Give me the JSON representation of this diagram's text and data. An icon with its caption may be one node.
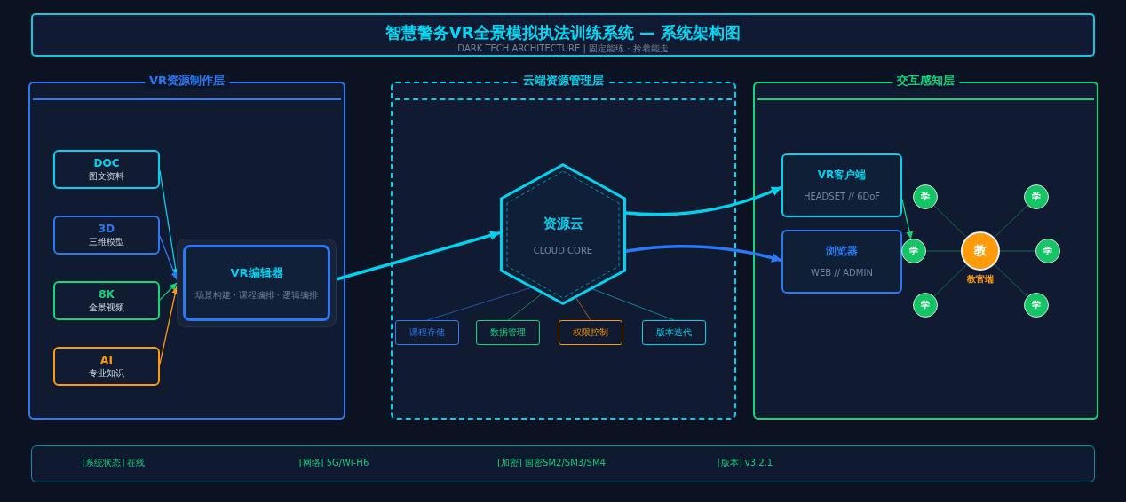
{
  "diagram": {
    "title": "智慧警务VR全景模拟执法训练系统 — 系统架构图",
    "nodes": [
      {
        "text": [
          "VR资源制作层"
        ]
      },
      {
        "text": [
          "DOC",
          "图文资料"
        ],
        "in": 0
      },
      {
        "text": [
          "3D",
          "三维模型"
        ],
        "in": 0
      },
      {
        "text": [
          "8K",
          "全景视频"
        ],
        "in": 0
      },
      {
        "text": [
          "AI",
          "专业知识"
        ],
        "in": 0
      },
      {
        "text": [
          "VR编辑器",
          "场景构建 · 课程编排 · 逻辑编排"
        ],
        "in": 0
      },
      {
        "text": [
          "云端资源管理层"
        ]
      },
      {
        "text": [
          "资源云",
          "CLOUD CORE"
        ],
        "in": 6
      },
      {
        "text": [
          "课程存储"
        ],
        "in": 6
      },
      {
        "text": [
          "数据管理"
        ],
        "in": 6
      },
      {
        "text": [
          "权限控制"
        ],
        "in": 6
      },
      {
        "text": [
          "版本迭代"
        ],
        "in": 6
      },
      {
        "text": [
          "交互感知层"
        ]
      },
      {
        "text": [
          "VR客户端",
          "HEADSET // 6DoF"
        ],
        "in": 12
      },
      {
        "text": [
          "浏览器",
          "WEB // ADMIN"
        ],
        "in": 12
      },
      {
        "text": [
          "教"
        ],
        "beside": [
          "教官端"
        ],
        "in": 12
      },
      {
        "text": [
          "学"
        ],
        "in": 12
      },
      {
        "text": [
          "学"
        ],
        "in": 12
      },
      {
        "text": [
          "学"
        ],
        "in": 12
      },
      {
        "text": [
          "学"
        ],
        "in": 12
      },
      {
        "text": [
          "学"
        ],
        "in": 12
      },
      {
        "text": [
          "学"
        ],
        "in": 12
      }
    ],
    "edges": [
      {
        "from": 1,
        "to": 5,
        "arrow": "to",
        "color": "#00d2f0"
      },
      {
        "from": 2,
        "to": 5,
        "arrow": "to",
        "color": "#2a7af5"
      },
      {
        "from": 3,
        "to": 5,
        "arrow": "to",
        "color": "#12d67a"
      },
      {
        "from": 4,
        "to": 5,
        "arrow": "to",
        "color": "#ff9a0a"
      },
      {
        "from": 5,
        "to": 7,
        "arrow": "to",
        "style": "thick",
        "color": "#00d2f0"
      },
      {
        "from": 7,
        "to": 13,
        "arrow": "to",
        "style": "thick",
        "color": "#00d2f0"
      },
      {
        "from": 7,
        "to": 14,
        "arrow": "to",
        "style": "thick",
        "color": "#2a7af5"
      },
      {
        "from": 13,
        "to": 18,
        "arrow": "to",
        "color": "#12d67a"
      },
      {
        "from": 7,
        "to": 8,
        "arrow": "none",
        "color": "#2456b0"
      },
      {
        "from": 7,
        "to": 9,
        "arrow": "none",
        "color": "#178a55"
      },
      {
        "from": 7,
        "to": 10,
        "arrow": "none",
        "color": "#9a6220"
      },
      {
        "from": 7,
        "to": 11,
        "arrow": "none",
        "color": "#12849a"
      },
      {
        "from": 15,
        "to": 16,
        "arrow": "none",
        "color": "#1b6a50"
      },
      {
        "from": 15,
        "to": 17,
        "arrow": "none",
        "color": "#1b6a50"
      },
      {
        "from": 15,
        "to": 18,
        "arrow": "none",
        "color": "#1b6a50"
      },
      {
        "from": 15,
        "to": 19,
        "arrow": "none",
        "color": "#1b6a50"
      },
      {
        "from": 15,
        "to": 20,
        "arrow": "none",
        "color": "#1b6a50"
      },
      {
        "from": 15,
        "to": 21,
        "arrow": "none",
        "color": "#1b6a50"
      }
    ],
    "labels": [
      "DARK TECH ARCHITECTURE | 固定能练 · 拎着能走",
      "[系统状态] 在线",
      "[网络] 5G/Wi-Fi6",
      "[加密] 国密SM2/SM3/SM4",
      "[版本] v3.2.1"
    ]
  }
}
